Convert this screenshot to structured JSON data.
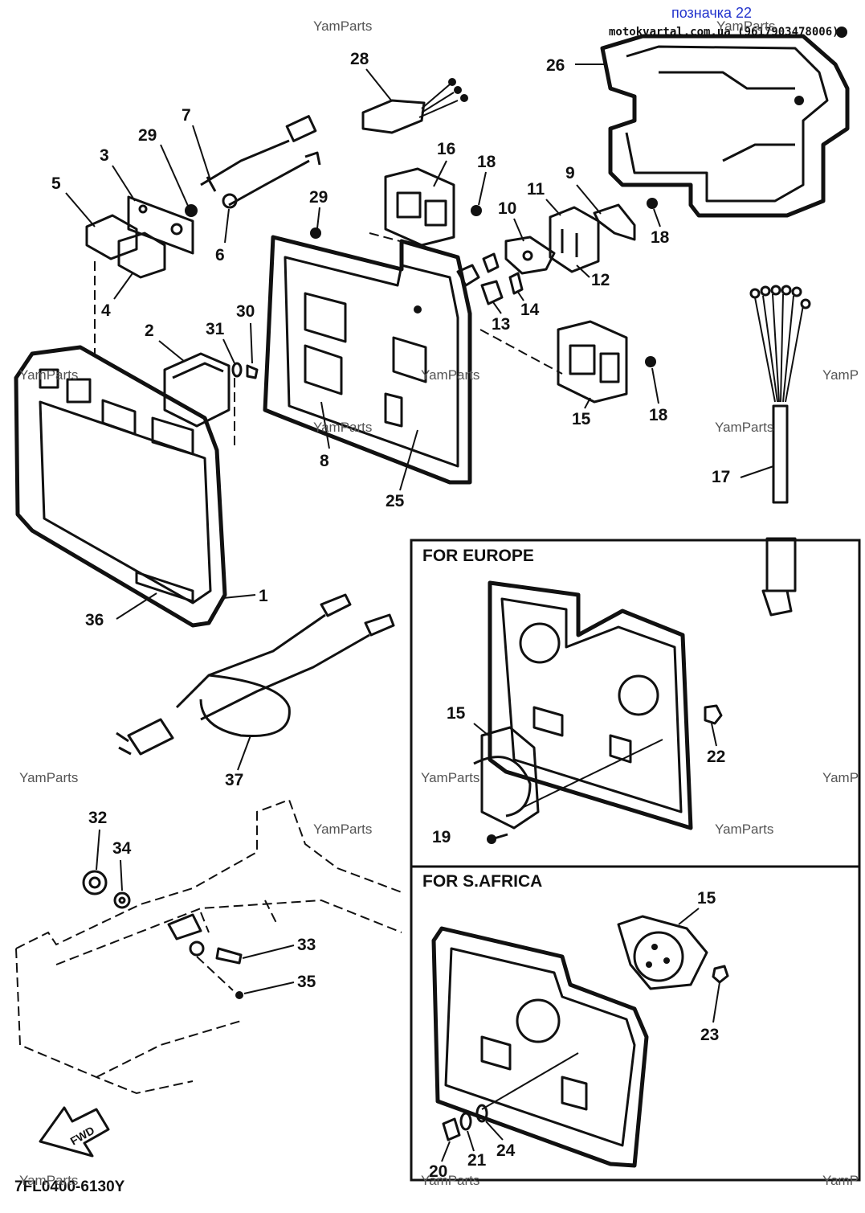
{
  "header": {
    "tag": "позначка 22",
    "site": "motokvartal.com.ua (9617903478006)"
  },
  "watermark": "YamParts",
  "watermark_partial": "YamP",
  "sections": {
    "europe": "FOR EUROPE",
    "s_africa": "FOR S.AFRICA"
  },
  "diagram_code": "7FL0400-6130Y",
  "fwd_label": "FWD",
  "callouts": {
    "c1": "1",
    "c2": "2",
    "c3": "3",
    "c4": "4",
    "c5": "5",
    "c6": "6",
    "c7": "7",
    "c8": "8",
    "c9": "9",
    "c10": "10",
    "c11": "11",
    "c12": "12",
    "c13": "13",
    "c14": "14",
    "c15": "15",
    "c16": "16",
    "c17": "17",
    "c18": "18",
    "c19": "19",
    "c20": "20",
    "c21": "21",
    "c22": "22",
    "c23": "23",
    "c24": "24",
    "c25": "25",
    "c26": "26",
    "c28": "28",
    "c29": "29",
    "c30": "30",
    "c31": "31",
    "c32": "32",
    "c33": "33",
    "c34": "34",
    "c35": "35",
    "c36": "36",
    "c37": "37"
  }
}
